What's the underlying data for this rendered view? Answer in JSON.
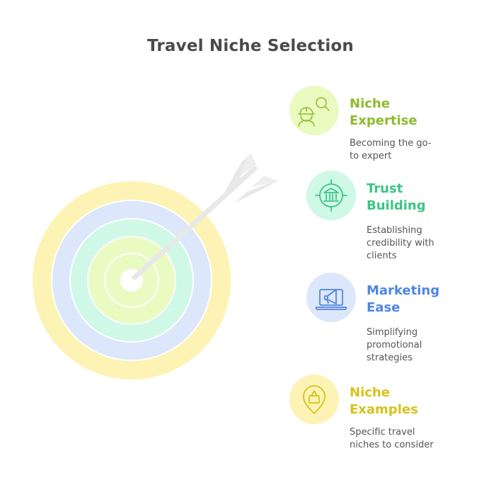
{
  "title": "Travel Niche Selection",
  "colors": {
    "ring_outer": "#fdf3b4",
    "ring_second": "#dde7fb",
    "ring_third": "#cff8e6",
    "ring_inner": "#e9fbc1",
    "arrow": "#e8e8e8"
  },
  "items": [
    {
      "heading_line1": "Niche",
      "heading_line2": "Expertise",
      "desc_line1": "Becoming the go-",
      "desc_line2": "to expert",
      "desc_line3": "",
      "color": "#8dbb2e",
      "bg": "#e9fbc1",
      "icon": "expert-search-icon"
    },
    {
      "heading_line1": "Trust",
      "heading_line2": "Building",
      "desc_line1": "Establishing",
      "desc_line2": "credibility with",
      "desc_line3": "clients",
      "color": "#3cc585",
      "bg": "#cff8e6",
      "icon": "bank-target-icon"
    },
    {
      "heading_line1": "Marketing",
      "heading_line2": "Ease",
      "desc_line1": "Simplifying",
      "desc_line2": "promotional",
      "desc_line3": "strategies",
      "color": "#4f86e0",
      "bg": "#dde7fb",
      "icon": "laptop-megaphone-icon"
    },
    {
      "heading_line1": "Niche",
      "heading_line2": "Examples",
      "desc_line1": "Specific travel",
      "desc_line2": "niches to consider",
      "desc_line3": "",
      "color": "#d8c21a",
      "bg": "#fdf3b4",
      "icon": "location-pin-icon"
    }
  ]
}
